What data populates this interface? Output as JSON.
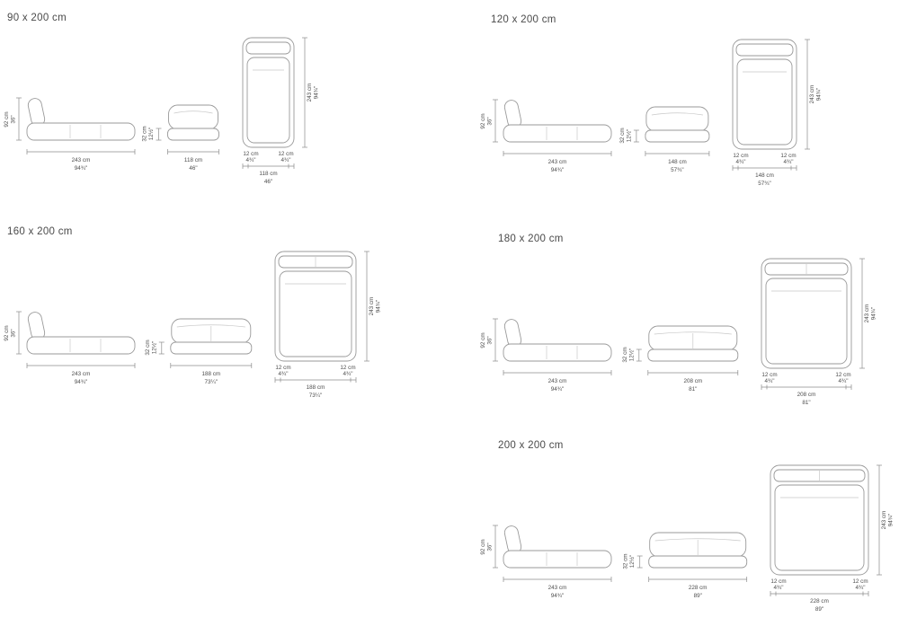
{
  "sections": [
    {
      "title": "90 x 200 cm",
      "side": {
        "length": {
          "cm": "243 cm",
          "in": "94¾\""
        },
        "height": {
          "cm": "92 cm",
          "in": "36\""
        }
      },
      "front": {
        "width": {
          "cm": "118 cm",
          "in": "46\""
        },
        "height": {
          "cm": "32 cm",
          "in": "12½\""
        }
      },
      "top": {
        "length": {
          "cm": "243 cm",
          "in": "94¾\""
        },
        "side_left": {
          "cm": "12 cm",
          "in": "4¾\""
        },
        "side_right": {
          "cm": "12 cm",
          "in": "4¾\""
        },
        "width": {
          "cm": "118 cm",
          "in": "46\""
        }
      }
    },
    {
      "title": "120 x 200 cm",
      "side": {
        "length": {
          "cm": "243 cm",
          "in": "94¾\""
        },
        "height": {
          "cm": "92 cm",
          "in": "36\""
        }
      },
      "front": {
        "width": {
          "cm": "148 cm",
          "in": "57¾\""
        },
        "height": {
          "cm": "32 cm",
          "in": "12½\""
        }
      },
      "top": {
        "length": {
          "cm": "243 cm",
          "in": "94¾\""
        },
        "side_left": {
          "cm": "12 cm",
          "in": "4¾\""
        },
        "side_right": {
          "cm": "12 cm",
          "in": "4¾\""
        },
        "width": {
          "cm": "148 cm",
          "in": "57¾\""
        }
      }
    },
    {
      "title": "160 x 200 cm",
      "side": {
        "length": {
          "cm": "243 cm",
          "in": "94¾\""
        },
        "height": {
          "cm": "92 cm",
          "in": "36\""
        }
      },
      "front": {
        "width": {
          "cm": "188 cm",
          "in": "73¼\""
        },
        "height": {
          "cm": "32 cm",
          "in": "12½\""
        }
      },
      "top": {
        "length": {
          "cm": "243 cm",
          "in": "94¾\""
        },
        "side_left": {
          "cm": "12 cm",
          "in": "4¾\""
        },
        "side_right": {
          "cm": "12 cm",
          "in": "4¾\""
        },
        "width": {
          "cm": "188 cm",
          "in": "73¼\""
        }
      }
    },
    {
      "title": "180 x 200 cm",
      "side": {
        "length": {
          "cm": "243 cm",
          "in": "94¾\""
        },
        "height": {
          "cm": "92 cm",
          "in": "36\""
        }
      },
      "front": {
        "width": {
          "cm": "208 cm",
          "in": "81\""
        },
        "height": {
          "cm": "32 cm",
          "in": "12½\""
        }
      },
      "top": {
        "length": {
          "cm": "243 cm",
          "in": "94¾\""
        },
        "side_left": {
          "cm": "12 cm",
          "in": "4¾\""
        },
        "side_right": {
          "cm": "12 cm",
          "in": "4¾\""
        },
        "width": {
          "cm": "208 cm",
          "in": "81\""
        }
      }
    },
    {
      "title": "200 x 200 cm",
      "side": {
        "length": {
          "cm": "243 cm",
          "in": "94¾\""
        },
        "height": {
          "cm": "92 cm",
          "in": "36\""
        }
      },
      "front": {
        "width": {
          "cm": "228 cm",
          "in": "89\""
        },
        "height": {
          "cm": "32 cm",
          "in": "12½\""
        }
      },
      "top": {
        "length": {
          "cm": "243 cm",
          "in": "94¾\""
        },
        "side_left": {
          "cm": "12 cm",
          "in": "4¾\""
        },
        "side_right": {
          "cm": "12 cm",
          "in": "4¾\""
        },
        "width": {
          "cm": "228 cm",
          "in": "89\""
        }
      }
    }
  ]
}
